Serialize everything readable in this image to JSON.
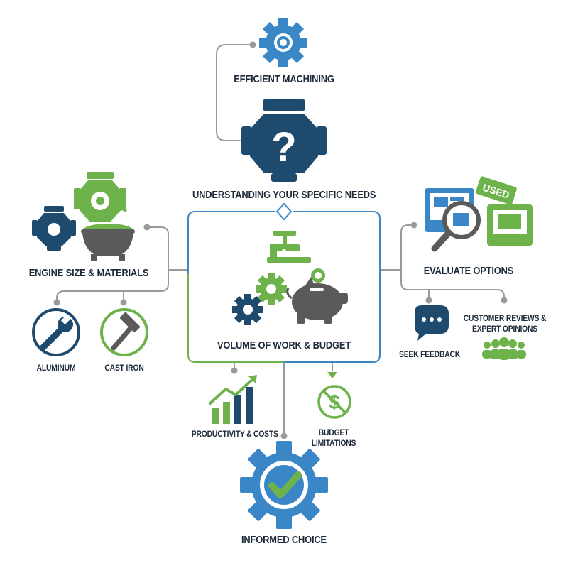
{
  "colors": {
    "navy": "#1e4a6e",
    "blue": "#3a86c6",
    "green": "#6db24a",
    "gray": "#5a5a5a",
    "line": "#9a9a9a"
  },
  "labels": {
    "efficient_machining": "EFFICIENT MACHINING",
    "understanding_needs": "UNDERSTANDING YOUR SPECIFIC NEEDS",
    "engine_size_materials": "ENGINE SIZE & MATERIALS",
    "aluminum": "ALUMINUM",
    "cast_iron": "CAST IRON",
    "volume_budget": "VOLUME OF WORK & BUDGET",
    "evaluate_options": "EVALUATE OPTIONS",
    "seek_feedback": "SEEK FEEDBACK",
    "reviews_line1": "CUSTOMER REVIEWS &",
    "reviews_line2": "EXPERT OPINIONS",
    "productivity_costs": "PRODUCTIVITY & COSTS",
    "budget_line1": "BUDGET",
    "budget_line2": "LIMITATIONS",
    "informed_choice": "INFORMED CHOICE",
    "used_tag": "USED"
  },
  "icons": [
    "gear-icon",
    "engine-block-question-icon",
    "engine-block-icon",
    "crucible-icon",
    "wrench-icon",
    "hammer-icon",
    "machine-icon",
    "gears-icon",
    "piggy-bank-icon",
    "coin-icon",
    "monitor-icon",
    "magnifier-icon",
    "used-tag-icon",
    "chat-bubble-icon",
    "people-group-icon",
    "growth-chart-icon",
    "no-dollar-icon",
    "checkmark-gear-icon"
  ]
}
